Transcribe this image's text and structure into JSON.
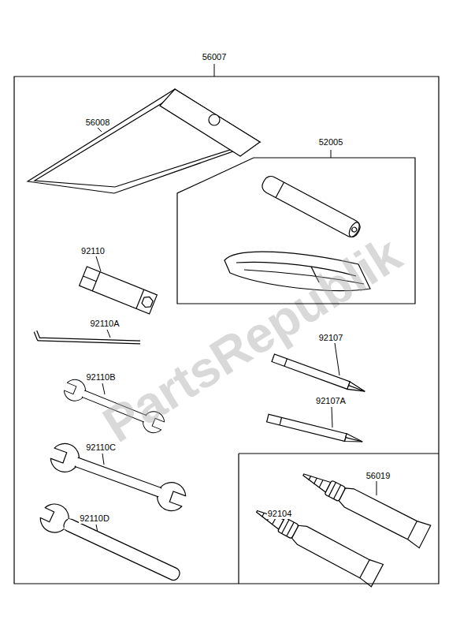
{
  "diagram": {
    "nodes": [
      {
        "text": [
          "56007"
        ]
      },
      {
        "text": [
          "52005"
        ],
        "in": 0
      }
    ],
    "labels": [
      "56008",
      "92110",
      "92110A",
      "92110B",
      "92110C",
      "92110D",
      "92107",
      "92107A",
      "56019",
      "92104",
      "PartsRepublik"
    ]
  }
}
